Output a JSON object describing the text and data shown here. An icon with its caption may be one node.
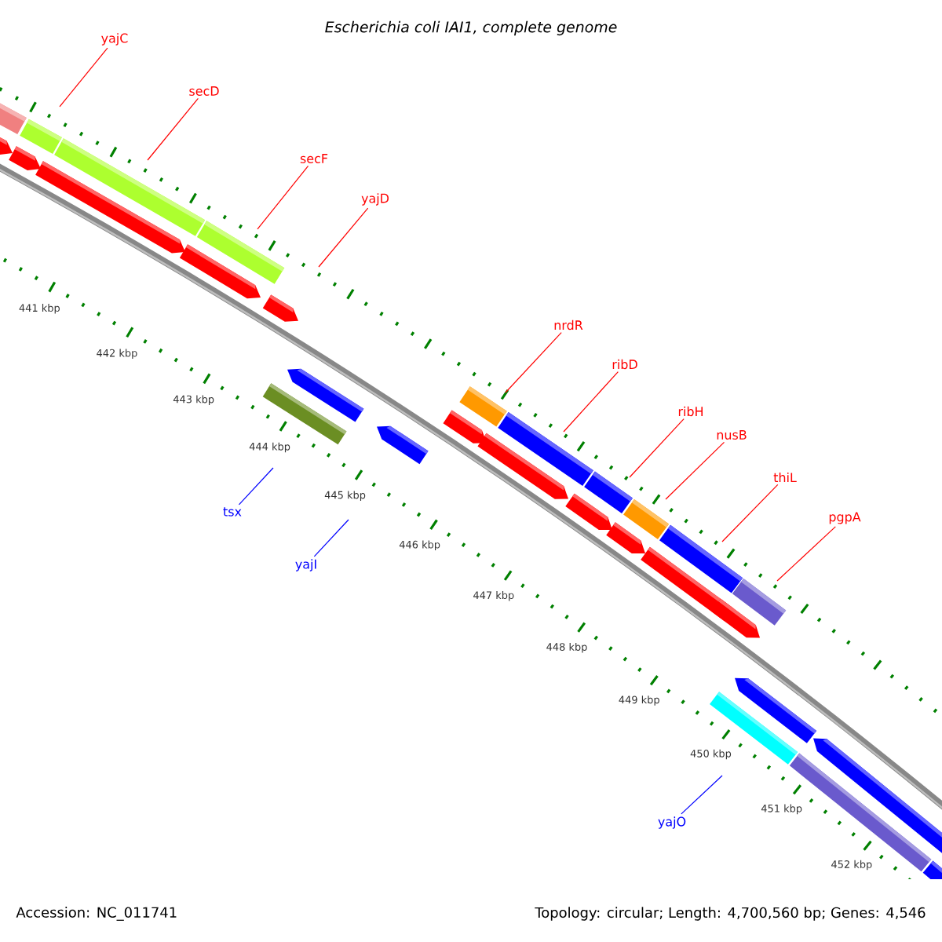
{
  "diagram": {
    "title": "Escherichia coli IAI1, complete genome",
    "nodes": [
      {
        "text": [
          "yajC"
        ]
      },
      {
        "text": [
          "secD"
        ]
      },
      {
        "text": [
          "secF"
        ]
      },
      {
        "text": [
          "yajD"
        ]
      },
      {
        "text": [
          "nrdR"
        ]
      },
      {
        "text": [
          "ribD"
        ]
      },
      {
        "text": [
          "ribH"
        ]
      },
      {
        "text": [
          "nusB"
        ]
      },
      {
        "text": [
          "thiL"
        ]
      },
      {
        "text": [
          "pgpA"
        ]
      },
      {
        "text": [
          "tsx"
        ]
      },
      {
        "text": [
          "yajI"
        ]
      },
      {
        "text": [
          "yajO"
        ]
      }
    ],
    "edges": [
      {
        "from": 0,
        "to": null,
        "arrow": "none"
      },
      {
        "from": 1,
        "to": null,
        "arrow": "none"
      },
      {
        "from": 2,
        "to": null,
        "arrow": "none"
      },
      {
        "from": 3,
        "to": null,
        "arrow": "none"
      },
      {
        "from": 4,
        "to": null,
        "arrow": "none"
      },
      {
        "from": 5,
        "to": null,
        "arrow": "none"
      },
      {
        "from": 6,
        "to": null,
        "arrow": "none"
      },
      {
        "from": 7,
        "to": null,
        "arrow": "none"
      },
      {
        "from": 8,
        "to": null,
        "arrow": "none"
      },
      {
        "from": 9,
        "to": null,
        "arrow": "none"
      },
      {
        "from": 10,
        "to": null,
        "arrow": "none",
        "color": "#0000ff"
      },
      {
        "from": 11,
        "to": null,
        "arrow": "none",
        "color": "#0000ff"
      },
      {
        "from": 12,
        "to": null,
        "arrow": "none",
        "color": "#0000ff"
      }
    ],
    "labels": [
      "441 kbp",
      "442 kbp",
      "443 kbp",
      "444 kbp",
      "445 kbp",
      "446 kbp",
      "447 kbp",
      "448 kbp",
      "449 kbp",
      "450 kbp",
      "451 kbp",
      "452 kbp",
      "Accession: NC_011741",
      "Topology: circular; Length: 4,700,560 bp; Genes: 4,546"
    ]
  }
}
